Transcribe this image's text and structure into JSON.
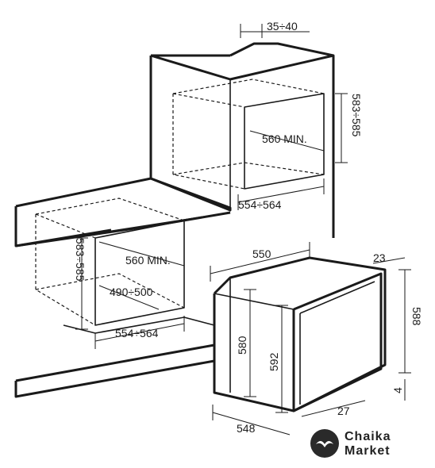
{
  "dimensions": {
    "top_gap": "35÷40",
    "wall_niche_height": "583÷585",
    "wall_niche_depth": "560 MIN.",
    "wall_niche_width": "554÷564",
    "under_niche_depth": "560 MIN.",
    "under_niche_height": "583÷585",
    "under_niche_inner_depth": "490÷500",
    "under_niche_width": "554÷564",
    "oven_width": "550",
    "oven_front_offset": "23",
    "oven_total_height": "588",
    "oven_body_height": "580",
    "oven_front_height": "592",
    "oven_bottom_offset": "4",
    "oven_depth": "548",
    "oven_front_depth_partial": "27"
  },
  "brand": {
    "line1": "Chaika",
    "line2": "Market",
    "icon": "seagull-logo-icon"
  },
  "colors": {
    "ink": "#1a1a1a",
    "background": "#ffffff"
  }
}
